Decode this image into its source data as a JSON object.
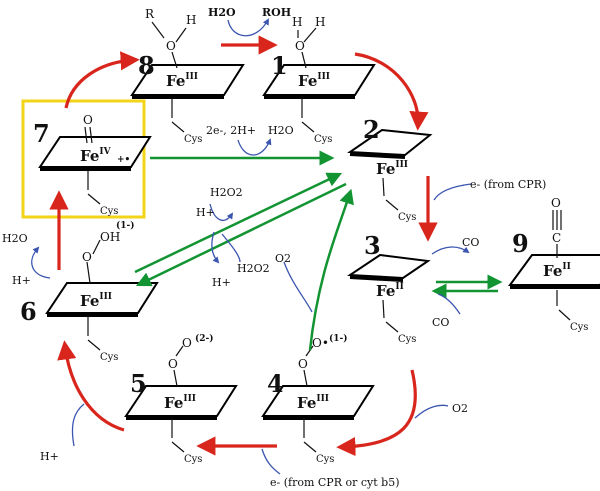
{
  "colors": {
    "red_arrow": "#d8261c",
    "green_arrow": "#129433",
    "blue_arrow": "#3b55b0",
    "highlight_box": "#f2d519"
  },
  "species": [
    {
      "number": "1",
      "iron": "Fe",
      "oxidation": "III",
      "ligand_atoms": [
        "O",
        "H",
        "H"
      ],
      "thiolate": "Cys"
    },
    {
      "number": "2",
      "iron": "Fe",
      "oxidation": "III",
      "thiolate": "Cys"
    },
    {
      "number": "3",
      "iron": "Fe",
      "oxidation": "II",
      "thiolate": "Cys"
    },
    {
      "number": "4",
      "iron": "Fe",
      "oxidation": "III",
      "ligand_atoms": [
        "O",
        "O•"
      ],
      "charge": "(1-)",
      "thiolate": "Cys"
    },
    {
      "number": "5",
      "iron": "Fe",
      "oxidation": "III",
      "ligand_atoms": [
        "O",
        "O"
      ],
      "charge": "(2-)",
      "thiolate": "Cys"
    },
    {
      "number": "6",
      "iron": "Fe",
      "oxidation": "III",
      "ligand_atoms": [
        "O",
        "OH"
      ],
      "charge": "(1-)",
      "thiolate": "Cys"
    },
    {
      "number": "7",
      "iron": "Fe",
      "oxidation": "IV",
      "ligand_atoms": [
        "O"
      ],
      "radical": "+•",
      "thiolate": "Cys"
    },
    {
      "number": "8",
      "iron": "Fe",
      "oxidation": "III",
      "ligand_atoms": [
        "R",
        "O",
        "H"
      ],
      "thiolate": "Cys"
    },
    {
      "number": "9",
      "iron": "Fe",
      "oxidation": "II",
      "ligand_atoms": [
        "C",
        "O"
      ],
      "thiolate": "Cys"
    }
  ],
  "labels": {
    "h2o_top": "H2O",
    "roh": "ROH",
    "two_e_two_h": "2e-, 2H+",
    "h2o_mid": "H2O",
    "e_from_cpr": "e- (from CPR)",
    "h2o2_upper": "H2O2",
    "h_plus_upper": "H+",
    "h2o2_lower": "H2O2",
    "h_plus_lower": "H+",
    "o2_left": "O2",
    "co_upper": "CO",
    "co_lower": "CO",
    "h2o_left": "H2O",
    "h_plus_left": "H+",
    "h_plus_bottom": "H+",
    "o2_right": "O2",
    "e_bottom": "e- (from CPR or cyt b5)"
  }
}
